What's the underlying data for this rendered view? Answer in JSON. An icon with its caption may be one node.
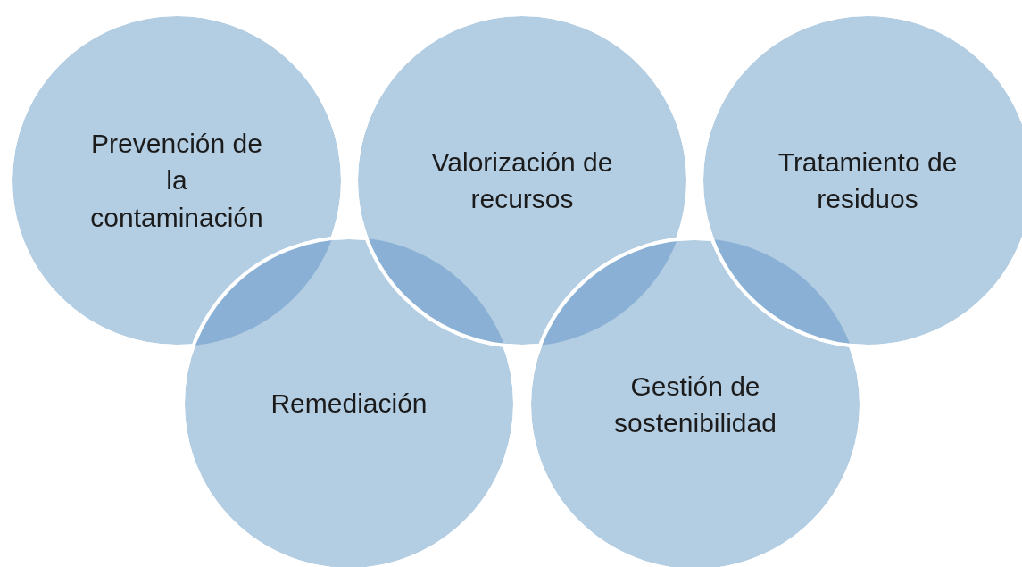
{
  "diagram": {
    "nodes": [
      {
        "text": [
          "Prevención de la contaminación"
        ]
      },
      {
        "text": [
          "Valorización de recursos"
        ]
      },
      {
        "text": [
          "Tratamiento de residuos"
        ]
      },
      {
        "text": [
          "Remediación"
        ]
      },
      {
        "text": [
          "Gestión de sostenibilidad"
        ]
      }
    ],
    "edges": []
  }
}
